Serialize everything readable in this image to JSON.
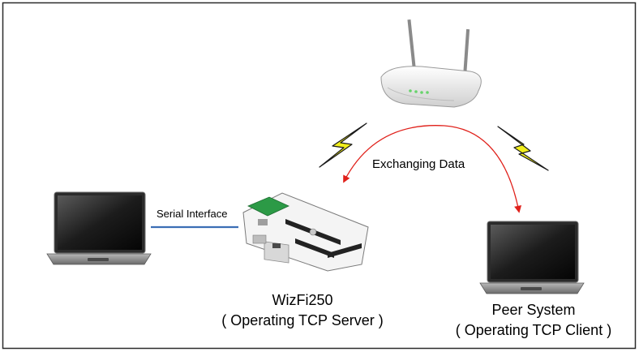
{
  "labels": {
    "serial_interface": "Serial Interface",
    "exchanging_data": "Exchanging Data",
    "wizfi_name": "WizFi250",
    "wizfi_role": "( Operating TCP Server )",
    "peer_name": "Peer System",
    "peer_role": "( Operating TCP Client )"
  },
  "colors": {
    "arrow": "#e0201a",
    "serial_line": "#3b6eb5",
    "lightning_fill": "#f2ef1c",
    "frame": "#2b2b2b"
  },
  "icons": {
    "router": "wifi-router-icon",
    "left_laptop": "laptop-icon",
    "right_laptop": "laptop-icon",
    "board": "wizfi250-board-icon",
    "wireless": "lightning-icon"
  }
}
